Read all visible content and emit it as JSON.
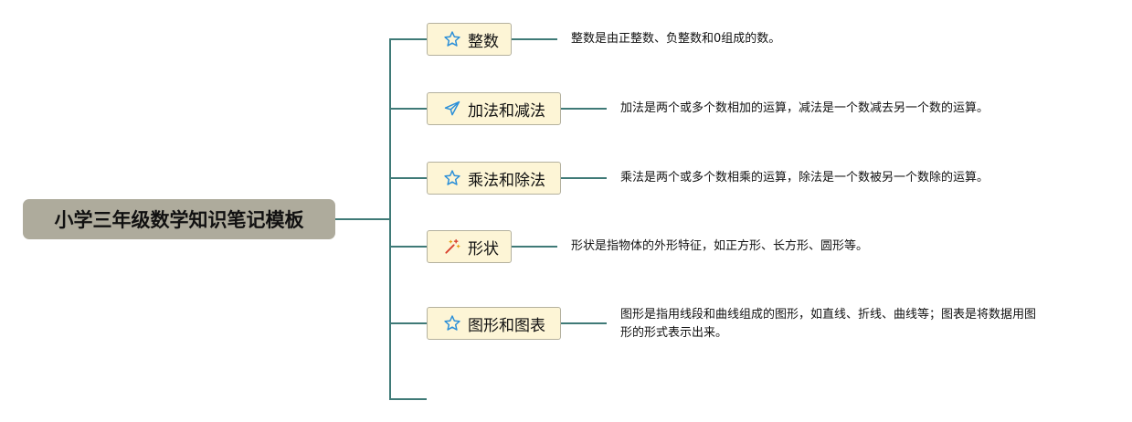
{
  "root": {
    "title": "小学三年级数学知识笔记模板"
  },
  "branches": [
    {
      "label": "整数",
      "icon": "star-icon",
      "desc_lines": [
        "整数是由正整数、负整数和0组成的数。"
      ]
    },
    {
      "label": "加法和减法",
      "icon": "paper-plane-icon",
      "desc_lines": [
        "加法是两个或多个数相加的运算，减法是一个数减去另一个数的运算。"
      ]
    },
    {
      "label": "乘法和除法",
      "icon": "star-icon",
      "desc_lines": [
        "乘法是两个或多个数相乘的运算，除法是一个数被另一个数除的运算。"
      ]
    },
    {
      "label": "形状",
      "icon": "magic-wand-icon",
      "desc_lines": [
        "形状是指物体的外形特征，如正方形、长方形、圆形等。"
      ]
    },
    {
      "label": "图形和图表",
      "icon": "star-icon",
      "desc_lines": [
        "图形是指用线段和曲线组成的图形，如直线、折线、曲线等；图表是将数据用图",
        "形的形式表示出来。"
      ]
    }
  ],
  "colors": {
    "connector": "#3f7a77",
    "root_fill": "#aeab9c",
    "node_fill": "#fdf5d6",
    "icon_blue": "#2b8fd8",
    "icon_red": "#d9412e"
  }
}
